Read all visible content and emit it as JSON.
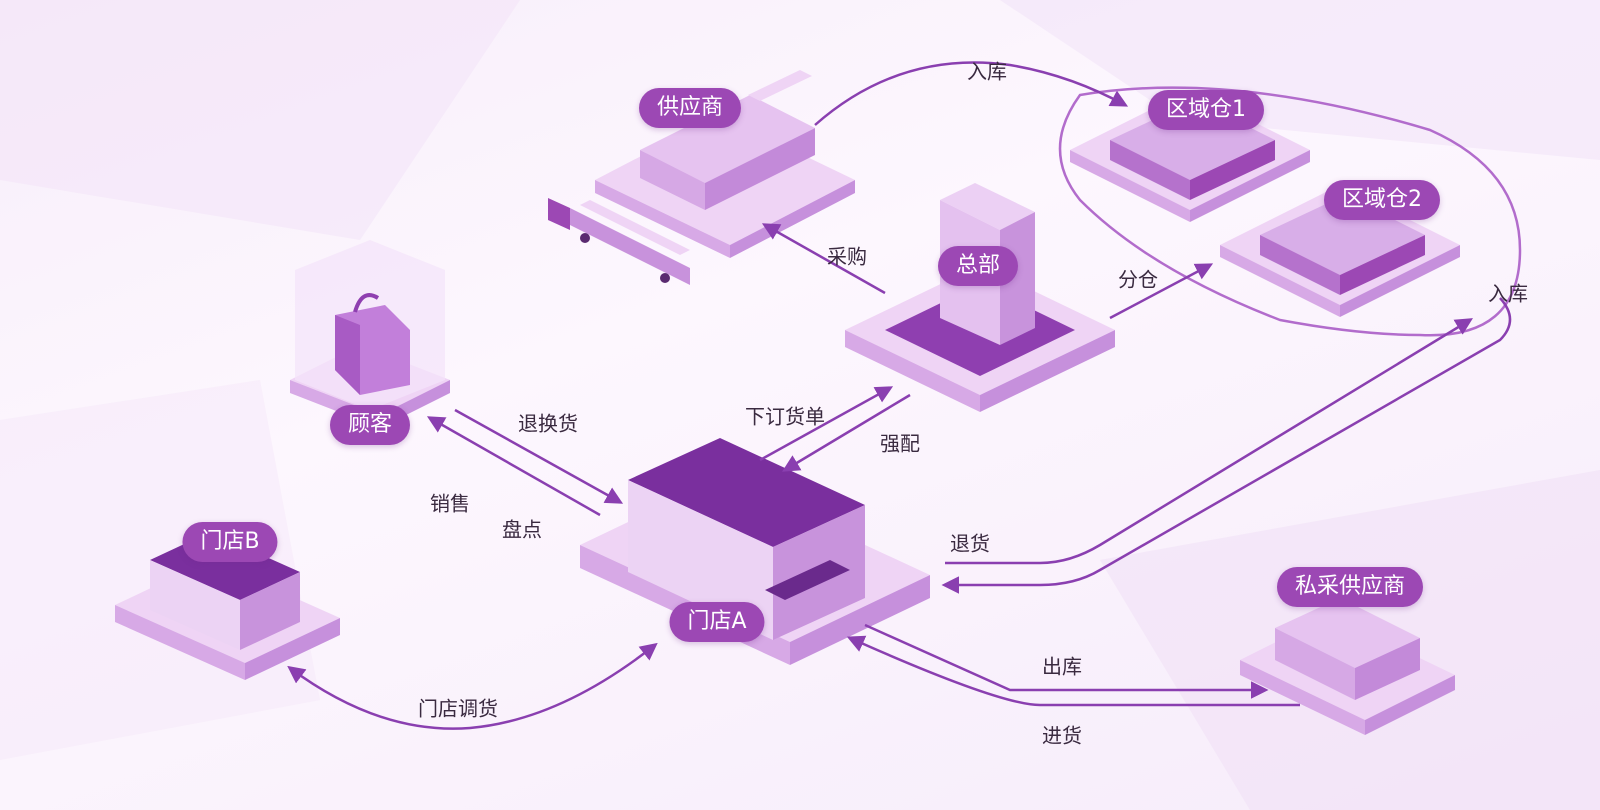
{
  "colors": {
    "primary": "#9c48b4",
    "dark": "#6a2a8c",
    "light": "#efd4f5",
    "mid": "#c48ad6",
    "arrow": "#8a3fb0",
    "text": "#3a2a40"
  },
  "nodes": {
    "supplier": "供应商",
    "hq": "总部",
    "warehouse1": "区域仓1",
    "warehouse2": "区域仓2",
    "customer": "顾客",
    "store_a": "门店A",
    "store_b": "门店B",
    "private_supplier": "私采供应商"
  },
  "flows": {
    "inbound_top": "入库",
    "purchase": "采购",
    "distribute": "分仓",
    "inbound_right": "入库",
    "exchange": "退换货",
    "sales": "销售",
    "inventory": "盘点",
    "order": "下订货单",
    "forced_allocation": "强配",
    "return": "退货",
    "outbound": "出库",
    "restock": "进货",
    "store_transfer": "门店调货"
  }
}
